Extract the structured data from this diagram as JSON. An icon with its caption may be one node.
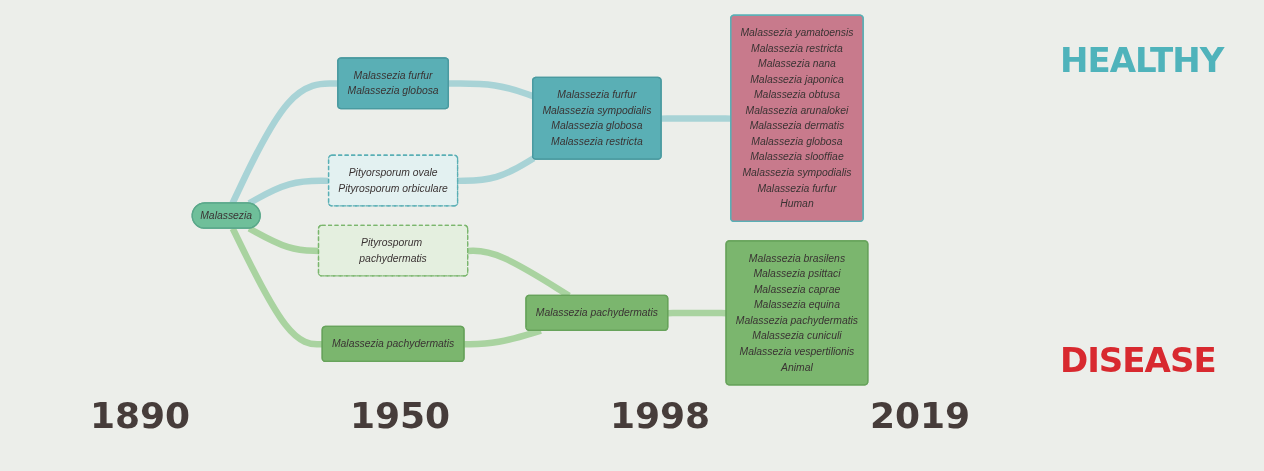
{
  "diagram": {
    "nodes": [
      {
        "text": [
          "Malassezia"
        ]
      },
      {
        "text": [
          "Malassezia furfur",
          "Malassezia globosa"
        ]
      },
      {
        "text": [
          "Pityorsporum ovale",
          "Pityrosporum orbiculare"
        ]
      },
      {
        "text": [
          "Pityrosporum pachydermatis"
        ]
      },
      {
        "text": [
          "Malassezia pachydermatis"
        ]
      },
      {
        "text": [
          "Malassezia furfur",
          "Malassezia sympodialis",
          "Malassezia globosa",
          "Malassezia restricta"
        ]
      },
      {
        "text": [
          "Malassezia pachydermatis"
        ]
      },
      {
        "text": [
          "Malassezia yamatoensis",
          "Malassezia restricta",
          "Malassezia nana",
          "Malassezia japonica",
          "Malassezia obtusa",
          "Malassezia arunalokei",
          "Malassezia dermatis",
          "Malassezia globosa",
          "Malassezia slooffiae",
          "Malassezia sympodialis",
          "Malassezia furfur",
          "Human"
        ]
      },
      {
        "text": [
          "Malassezia brasilens",
          "Malassezia psittaci",
          "Malassezia caprae",
          "Malassezia equina",
          "Malassezia pachydermatis",
          "Malassezia cuniculi",
          "Malassezia vespertilionis",
          "Animal"
        ]
      }
    ],
    "edges": [
      {
        "from": 0,
        "to": 1,
        "arrow": "none",
        "color": "#a8d3d6"
      },
      {
        "from": 0,
        "to": 2,
        "arrow": "none",
        "color": "#a8d3d6"
      },
      {
        "from": 0,
        "to": 3,
        "arrow": "none",
        "color": "#a9d3a0"
      },
      {
        "from": 0,
        "to": 4,
        "arrow": "none",
        "color": "#a9d3a0"
      },
      {
        "from": 1,
        "to": 5,
        "arrow": "none",
        "color": "#a8d3d6"
      },
      {
        "from": 2,
        "to": 5,
        "arrow": "none",
        "color": "#a8d3d6"
      },
      {
        "from": 3,
        "to": 6,
        "arrow": "none",
        "color": "#a9d3a0"
      },
      {
        "from": 4,
        "to": 6,
        "arrow": "none",
        "color": "#a9d3a0"
      },
      {
        "from": 5,
        "to": 7,
        "arrow": "none",
        "color": "#a8d3d6"
      },
      {
        "from": 6,
        "to": 8,
        "arrow": "none",
        "color": "#a9d3a0"
      }
    ],
    "labels": [
      "HEALTHY",
      "DISEASE",
      "1890",
      "1950",
      "1998",
      "2019"
    ]
  }
}
